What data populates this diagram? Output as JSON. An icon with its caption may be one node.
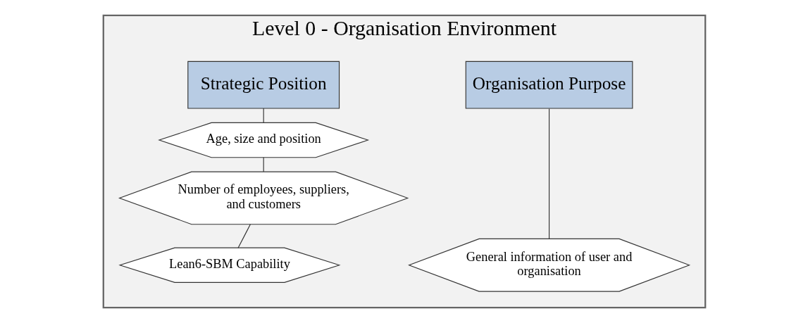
{
  "diagram": {
    "nodes": [
      {
        "text": [
          "Level 0 - Organisation Environment"
        ]
      },
      {
        "text": [
          "Organisation Purpose"
        ],
        "in": 0
      },
      {
        "text": [
          "Strategic Position"
        ],
        "in": 0
      },
      {
        "text": [
          "General information of user and organisation"
        ],
        "in": 0
      },
      {
        "text": [
          "Age, size and position"
        ],
        "in": 0
      },
      {
        "text": [
          "Number of employees, suppliers, and customers"
        ],
        "in": 0
      },
      {
        "text": [
          "Lean6-SBM Capability"
        ],
        "in": 0
      }
    ],
    "edges": [
      {
        "from": 1,
        "to": 3,
        "arrow": "none"
      },
      {
        "from": 2,
        "to": 4,
        "arrow": "none"
      },
      {
        "from": 4,
        "to": 5,
        "arrow": "none"
      },
      {
        "from": 5,
        "to": 6,
        "arrow": "none"
      }
    ]
  }
}
